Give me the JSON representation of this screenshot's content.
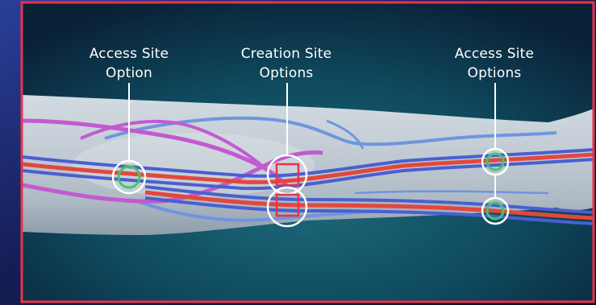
{
  "labels": {
    "access_left": {
      "line1": "Access Site",
      "line2": "Option"
    },
    "creation_center": {
      "line1": "Creation Site",
      "line2": "Options"
    },
    "access_right": {
      "line1": "Access Site",
      "line2": "Options"
    }
  },
  "colors": {
    "frame": "#e8334a",
    "artery": "#e2473d",
    "vein": "#4a5fd0",
    "superficial_vein": "#c25ad0",
    "access_marker": "#3fc86a",
    "creation_marker": "#e8334a",
    "callout": "#ffffff",
    "background": "#0f4a5e"
  },
  "markers": {
    "access_site_count": 3,
    "creation_site_count": 2
  }
}
